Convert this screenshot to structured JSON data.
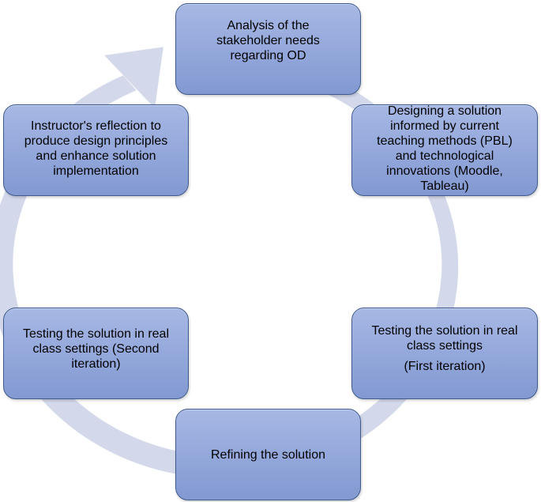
{
  "diagram": {
    "type": "cycle",
    "ring_color": "#d3d9eb",
    "box_fill": "#94a8db",
    "box_border": "#3f5a8c",
    "steps": [
      {
        "id": "analysis",
        "lines": "Analysis of the\nstakeholder needs\nregarding OD"
      },
      {
        "id": "designing",
        "lines": "Designing a solution\ninformed by current\nteaching methods (PBL)\nand technological\ninnovations (Moodle,\nTableau)"
      },
      {
        "id": "testing-1",
        "lines": "Testing the solution in real\nclass settings",
        "sub": "(First iteration)"
      },
      {
        "id": "refining",
        "lines": "Refining the solution"
      },
      {
        "id": "testing-2",
        "lines": "Testing the solution in real\nclass settings (Second\niteration)"
      },
      {
        "id": "reflection",
        "lines": "Instructor's reflection to\nproduce design principles\nand enhance solution\nimplementation"
      }
    ]
  }
}
